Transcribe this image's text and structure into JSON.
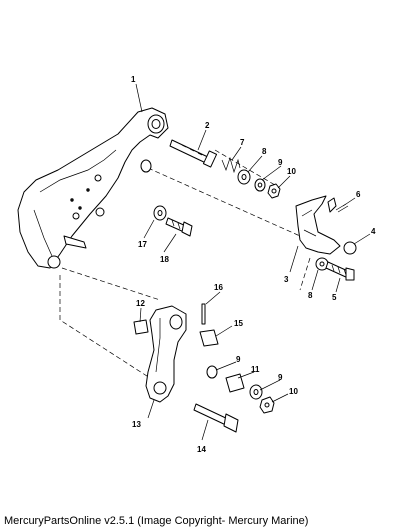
{
  "caption": "MercuryPartsOnline v2.5.1 (Image Copyright- Mercury Marine)",
  "callouts": {
    "c1": "1",
    "c2": "2",
    "c3": "3",
    "c4": "4",
    "c5": "5",
    "c6": "6",
    "c7": "7",
    "c8a": "8",
    "c8b": "8",
    "c9a": "9",
    "c9b": "9",
    "c9c": "9",
    "c10a": "10",
    "c10b": "10",
    "c11": "11",
    "c12": "12",
    "c13": "13",
    "c14": "14",
    "c15": "15",
    "c16": "16",
    "c17": "17",
    "c18": "18"
  }
}
